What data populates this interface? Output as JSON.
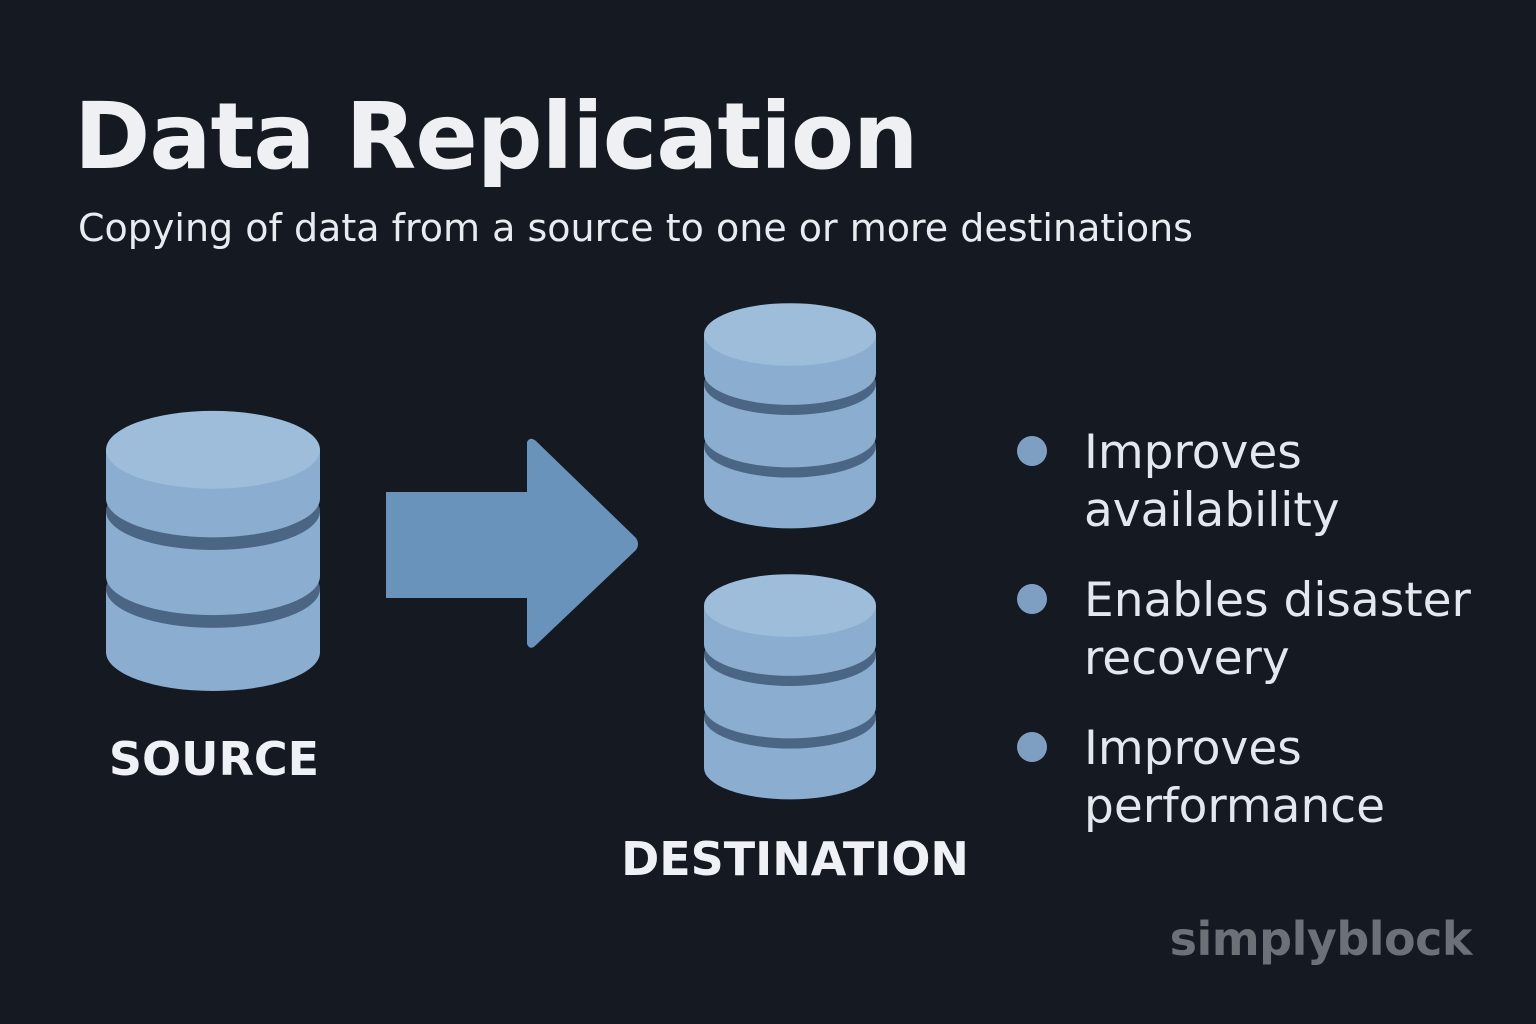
{
  "header": {
    "title": "Data Replication",
    "subtitle": "Copying of data from a source to one or more destinations"
  },
  "diagram": {
    "source_label": "SOURCE",
    "destination_label": "DESTINATION",
    "icons": [
      "database-icon",
      "arrow-right-icon"
    ],
    "colors": {
      "background": "#141922",
      "db_body": "#8aadd0",
      "db_top": "#9dbddb",
      "db_band": "#4b6684",
      "arrow": "#6a93bb"
    }
  },
  "benefits": {
    "items": [
      "Improves\navailability",
      "Enables disaster\nrecovery",
      "Improves\nperformance"
    ],
    "bullet_color": "#7f9fc2"
  },
  "brand": {
    "name": "simplyblock"
  }
}
